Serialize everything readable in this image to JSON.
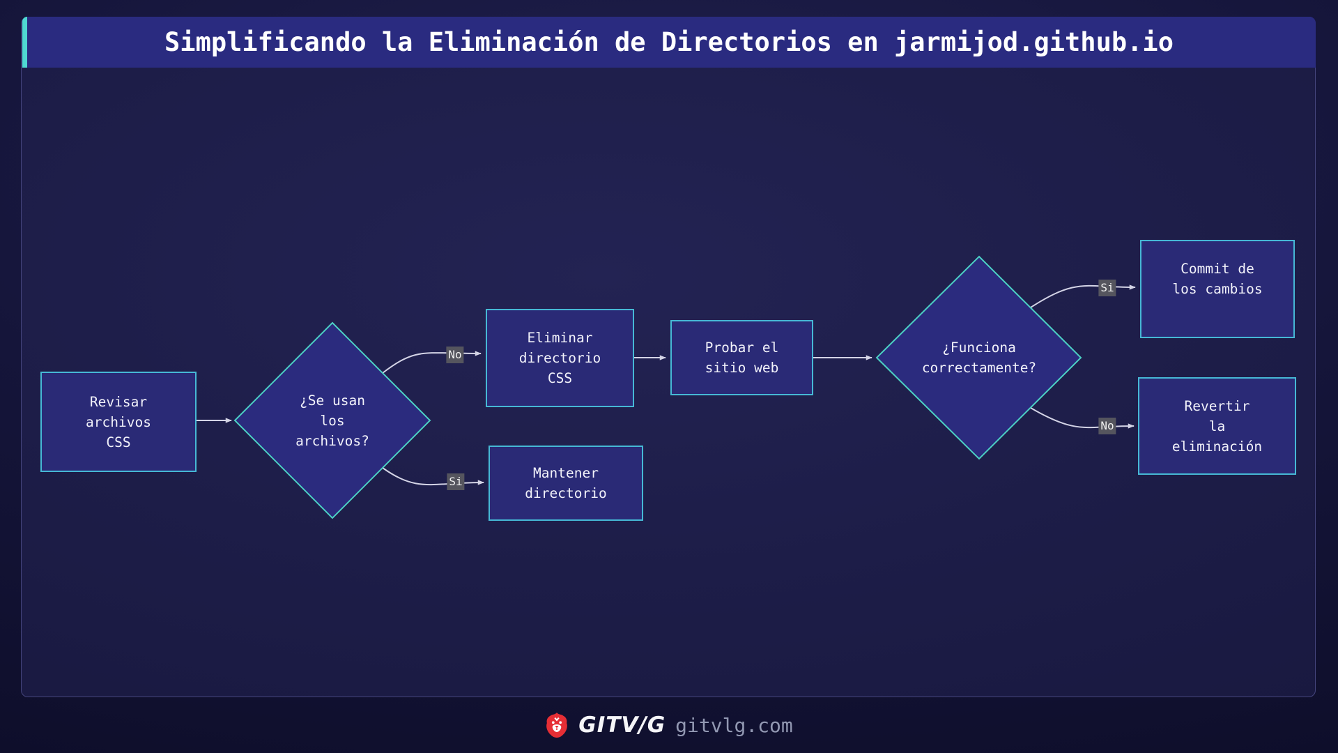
{
  "title": "Simplificando la Eliminación de Directorios en jarmijod.github.io",
  "flowchart": {
    "nodes": [
      {
        "id": "revisar-archivos-css",
        "shape": "rect",
        "lines": [
          "Revisar",
          "archivos",
          "CSS"
        ]
      },
      {
        "id": "se-usan-los-archivos",
        "shape": "diamond",
        "lines": [
          "¿Se usan",
          "los",
          "archivos?"
        ]
      },
      {
        "id": "eliminar-directorio-css",
        "shape": "rect",
        "lines": [
          "Eliminar",
          "directorio",
          "CSS"
        ]
      },
      {
        "id": "mantener-directorio",
        "shape": "rect",
        "lines": [
          "Mantener",
          "directorio"
        ]
      },
      {
        "id": "probar-el-sitio-web",
        "shape": "rect",
        "lines": [
          "Probar el",
          "sitio web"
        ]
      },
      {
        "id": "funciona-correctamente",
        "shape": "diamond",
        "lines": [
          "¿Funciona",
          "correctamente?"
        ]
      },
      {
        "id": "commit-de-los-cambios",
        "shape": "rect",
        "lines": [
          "Commit de",
          "los cambios"
        ]
      },
      {
        "id": "revertir-la-eliminacion",
        "shape": "rect",
        "lines": [
          "Revertir",
          "la",
          "eliminación"
        ]
      }
    ],
    "edges": [
      {
        "from": "revisar-archivos-css",
        "to": "se-usan-los-archivos"
      },
      {
        "from": "se-usan-los-archivos",
        "to": "eliminar-directorio-css",
        "label": "No"
      },
      {
        "from": "se-usan-los-archivos",
        "to": "mantener-directorio",
        "label": "Si"
      },
      {
        "from": "eliminar-directorio-css",
        "to": "probar-el-sitio-web"
      },
      {
        "from": "probar-el-sitio-web",
        "to": "funciona-correctamente"
      },
      {
        "from": "funciona-correctamente",
        "to": "commit-de-los-cambios",
        "label": "Si"
      },
      {
        "from": "funciona-correctamente",
        "to": "revertir-la-eliminacion",
        "label": "No"
      }
    ]
  },
  "footer": {
    "brand": "GITV/G",
    "site": "gitvlg.com",
    "logo": "lion-icon"
  },
  "colors": {
    "page_background": "#15153a",
    "panel_background": "#1d1d48",
    "title_bar": "#2a2b80",
    "title_accent": "#4fd8d2",
    "node_fill": "#2a2a76",
    "rect_border": "#46b8d5",
    "diamond_border": "#4cd0c4",
    "edge": "#d4d4e6",
    "edge_label_background": "#55555e",
    "node_text": "#f2f2fa",
    "footer_site_text": "#9298b2",
    "logo_red": "#e62e35"
  }
}
